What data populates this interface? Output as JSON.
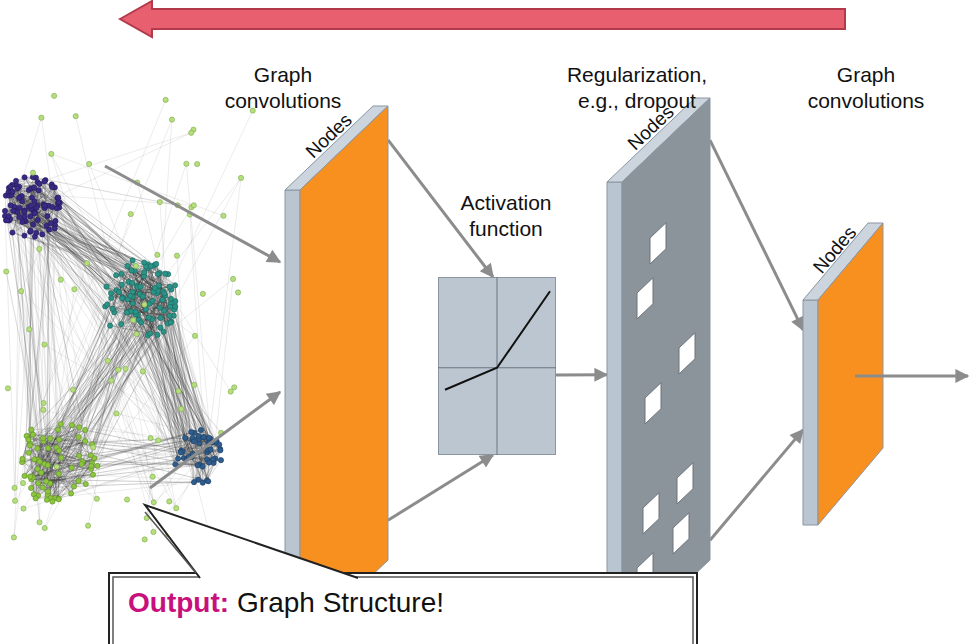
{
  "diagram": {
    "nodes": [
      {
        "text": [
          "Graph convolutions",
          "Nodes"
        ]
      },
      {
        "text": [
          "Activation function"
        ]
      },
      {
        "text": [
          "Regularization, e.g., dropout",
          "Nodes"
        ]
      },
      {
        "text": [
          "Graph convolutions",
          "Nodes"
        ]
      },
      {
        "text": [
          "Output:",
          "Graph Structure!"
        ]
      }
    ],
    "edges": [
      {
        "from": 0,
        "to": 1,
        "arrow": "to"
      },
      {
        "from": 0,
        "to": 1,
        "arrow": "to"
      },
      {
        "from": 1,
        "to": 2,
        "arrow": "to"
      },
      {
        "from": 2,
        "to": 3,
        "arrow": "to"
      },
      {
        "from": 2,
        "to": 3,
        "arrow": "to"
      }
    ]
  }
}
